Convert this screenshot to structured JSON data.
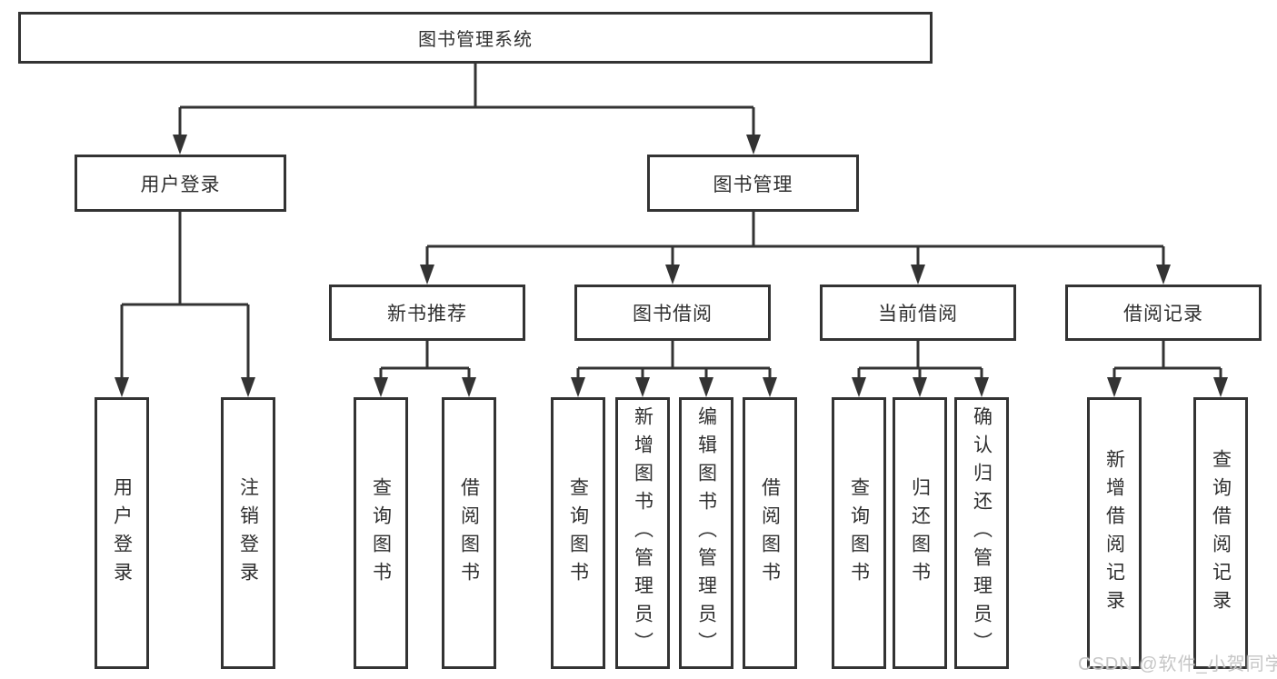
{
  "diagram": {
    "root": {
      "label": "图书管理系统"
    },
    "branches": [
      {
        "label": "用户登录",
        "children": [
          {
            "label": "用户登录"
          },
          {
            "label": "注销登录"
          }
        ]
      },
      {
        "label": "图书管理",
        "children": [
          {
            "label": "新书推荐",
            "children": [
              {
                "label": "查询图书"
              },
              {
                "label": "借阅图书"
              }
            ]
          },
          {
            "label": "图书借阅",
            "children": [
              {
                "label": "查询图书"
              },
              {
                "label": "新增图书（管理员）"
              },
              {
                "label": "编辑图书（管理员）"
              },
              {
                "label": "借阅图书"
              }
            ]
          },
          {
            "label": "当前借阅",
            "children": [
              {
                "label": "查询图书"
              },
              {
                "label": "归还图书"
              },
              {
                "label": "确认归还（管理员）"
              }
            ]
          },
          {
            "label": "借阅记录",
            "children": [
              {
                "label": "新增借阅记录"
              },
              {
                "label": "查询借阅记录"
              }
            ]
          }
        ]
      }
    ]
  },
  "watermark": {
    "text": "CSDN @软件_小贺同学"
  },
  "colors": {
    "line": "#333333",
    "text": "#2f2f2f",
    "background": "#ffffff",
    "watermark": "#c6c6c6"
  }
}
